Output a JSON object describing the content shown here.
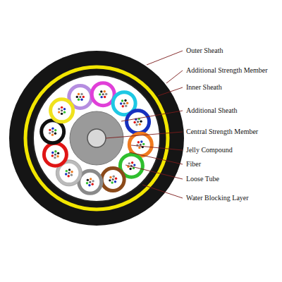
{
  "diagram": {
    "labels": [
      "Outer Sheath",
      "Additional Strength Member",
      "Inner Sheath",
      "Additional Sheath",
      "Central Strength Member",
      "Jelly Compound",
      "Fiber",
      "Loose Tube",
      "Water Blocking Layer"
    ]
  }
}
